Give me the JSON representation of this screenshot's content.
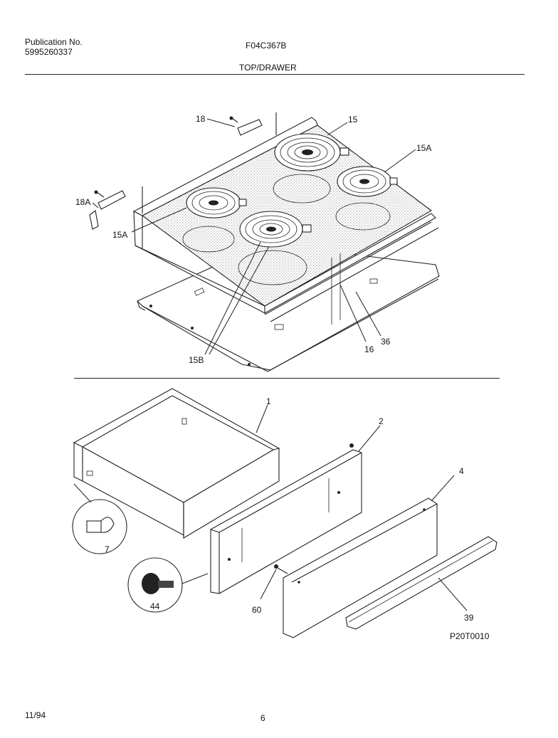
{
  "header": {
    "publication_label": "Publication No.",
    "publication_number": "5995260337",
    "model": "F04C367B",
    "section_title": "TOP/DRAWER"
  },
  "callouts": {
    "c18_top": "18",
    "c15": "15",
    "c15A_right": "15A",
    "c18A": "18A",
    "c15A_left": "15A",
    "c15B": "15B",
    "c16": "16",
    "c36": "36",
    "c1": "1",
    "c2": "2",
    "c4": "4",
    "c7": "7",
    "c44": "44",
    "c60": "60",
    "c39": "39"
  },
  "figure_code": "P20T0010",
  "footer": {
    "date": "11/94",
    "page": "6"
  }
}
